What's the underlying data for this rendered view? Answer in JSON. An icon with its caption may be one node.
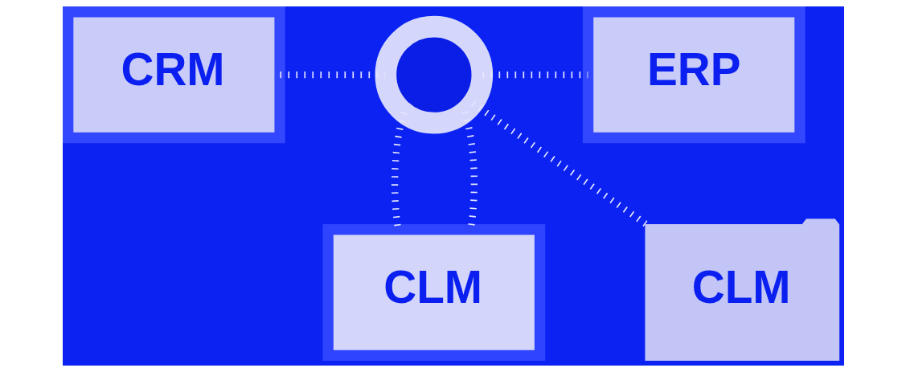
{
  "diagram": {
    "nodes": [
      {
        "text": [
          "CRM"
        ]
      },
      {
        "text": [],
        "shape": "gear"
      },
      {
        "text": [
          "ERP"
        ]
      },
      {
        "text": [
          "CLM"
        ]
      },
      {
        "text": [
          "CLM"
        ]
      }
    ],
    "edges": [
      {
        "from": 0,
        "to": 1,
        "arrow": "none"
      },
      {
        "from": 1,
        "to": 2,
        "arrow": "none"
      },
      {
        "from": 1,
        "to": 3,
        "arrow": "none"
      },
      {
        "from": 1,
        "to": 3,
        "arrow": "none"
      },
      {
        "from": 1,
        "to": 4,
        "arrow": "none"
      }
    ]
  }
}
